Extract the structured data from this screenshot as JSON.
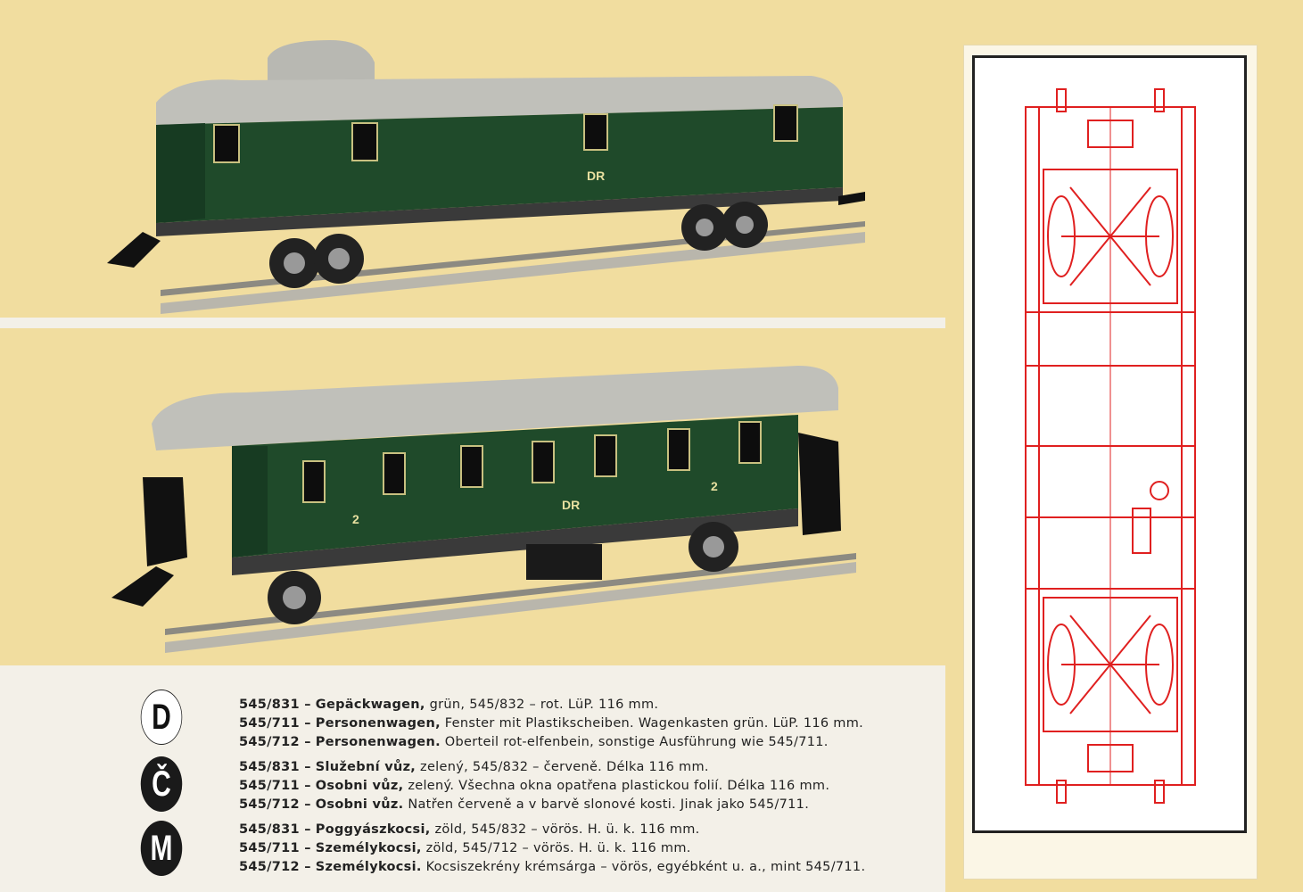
{
  "car_markings": {
    "car1_dr": "DR",
    "car2_dr": "DR",
    "car2_class_a": "2",
    "car2_class_b": "2"
  },
  "languages": [
    {
      "badge": "D",
      "lines": [
        {
          "code": "545/831 –",
          "name": "Gepäckwagen,",
          "desc": " grün, 545/832 – rot. LüP. 116 mm."
        },
        {
          "code": "545/711 –",
          "name": "Personenwagen,",
          "desc": " Fenster mit Plastikscheiben. Wagenkasten grün. LüP. 116 mm."
        },
        {
          "code": "545/712 –",
          "name": "Personenwagen.",
          "desc": " Oberteil rot-elfenbein, sonstige Ausführung wie 545/711."
        }
      ]
    },
    {
      "badge": "Č",
      "lines": [
        {
          "code": "545/831 –",
          "name": "Služební vůz,",
          "desc": " zelený, 545/832 – červeně. Délka 116 mm."
        },
        {
          "code": "545/711 –",
          "name": "Osobni vůz,",
          "desc": " zelený. Všechna okna opatřena plastickou folií. Délka 116 mm."
        },
        {
          "code": "545/712 –",
          "name": "Osobni vůz.",
          "desc": " Natřen červeně a v barvě slonové kosti. Jinak jako 545/711."
        }
      ]
    },
    {
      "badge": "M",
      "lines": [
        {
          "code": "545/831 –",
          "name": "Poggyászkocsi,",
          "desc": " zöld, 545/832 – vörös. H. ü. k. 116 mm."
        },
        {
          "code": "545/711 –",
          "name": "Személykocsi,",
          "desc": " zöld, 545/712 – vörös. H. ü. k. 116 mm."
        },
        {
          "code": "545/712 –",
          "name": "Személykocsi.",
          "desc": " Kocsiszekrény krémsárga – vörös, egyébként u. a., mint 545/711."
        }
      ]
    }
  ],
  "colors": {
    "background": "#f1dd9f",
    "car_green": "#1f4a2a",
    "roof": "#bdbdb8",
    "diagram": "#e02020"
  }
}
